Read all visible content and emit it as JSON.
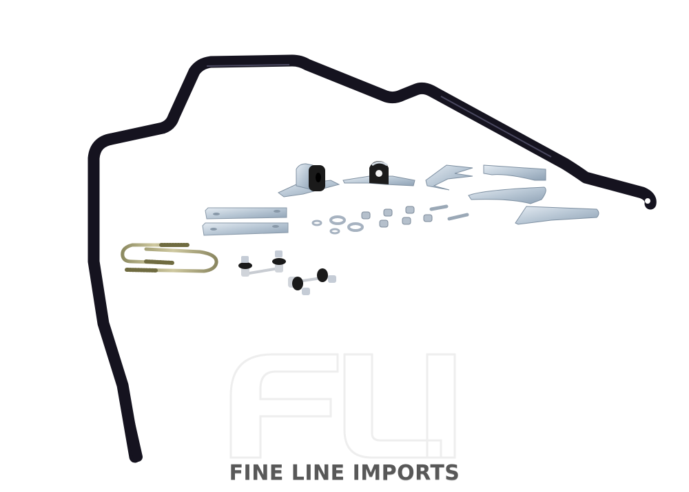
{
  "image": {
    "subject": "rear sway bar kit with mounting hardware",
    "background_color": "#ffffff"
  },
  "watermark": {
    "logo_letters": "FLI",
    "brand_text": "FINE LINE IMPORTS",
    "logo_color": "#f2f2f2",
    "text_color": "#585858"
  },
  "components": [
    {
      "name": "sway-bar",
      "color": "#15131f"
    },
    {
      "name": "bushing-bracket",
      "count": 2,
      "color": "#1a1a1a"
    },
    {
      "name": "mounting-bracket",
      "count": 4,
      "color": "#b9c7d4"
    },
    {
      "name": "spacer-bar",
      "count": 2,
      "color": "#c9d2dc"
    },
    {
      "name": "washer",
      "count": 5
    },
    {
      "name": "nut",
      "count": 6
    },
    {
      "name": "bolt",
      "count": 2
    },
    {
      "name": "u-bolt",
      "count": 2,
      "color": "#a8a070"
    },
    {
      "name": "end-link",
      "count": 2
    }
  ]
}
